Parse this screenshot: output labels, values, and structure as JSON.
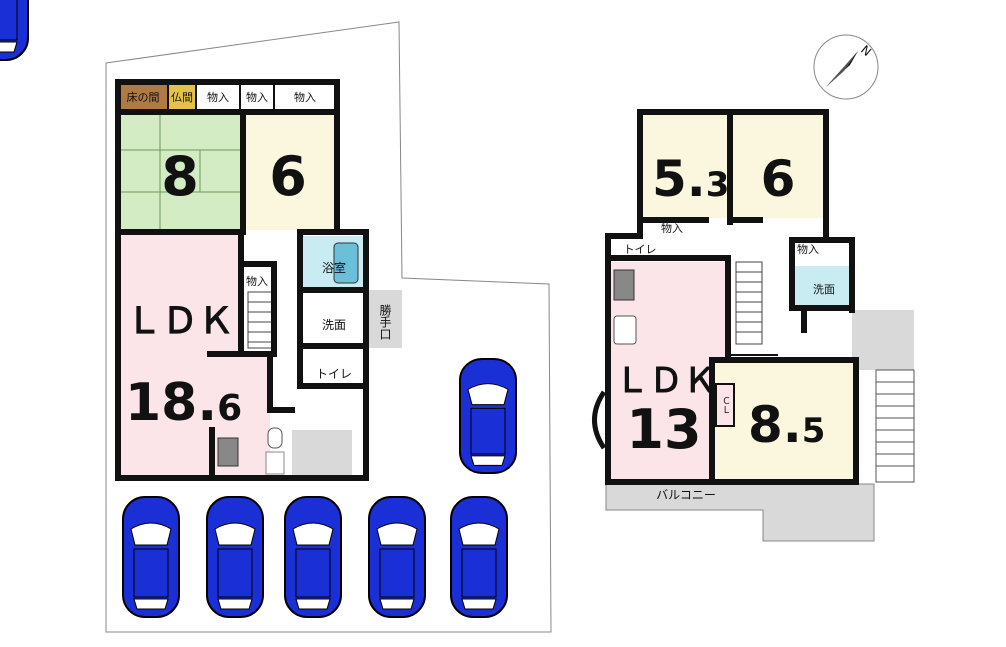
{
  "floor1": {
    "rooms": {
      "tokonoma": "床の間",
      "butsuma": "仏間",
      "storage_a": "物入",
      "storage_b": "物入",
      "storage_c": "物入",
      "storage_d": "物入",
      "japanese_room_size": "8",
      "western_room_size": "6",
      "ldk_label": "ＬＤＫ",
      "ldk_size_main": "18.",
      "ldk_size_frac": "6",
      "bath": "浴室",
      "washroom": "洗面",
      "toilet": "トイレ",
      "back_door": "勝手口"
    }
  },
  "floor2": {
    "rooms": {
      "room_a_size_main": "5.",
      "room_a_size_frac": "3",
      "room_b_size": "6",
      "storage_a": "物入",
      "storage_b": "物入",
      "toilet": "トイレ",
      "washroom": "洗面",
      "ldk_label": "ＬＤＫ",
      "ldk_size": "13",
      "room_c_size_main": "8.",
      "room_c_size_frac": "5",
      "closet": "ＣＬ",
      "balcony": "バルコニー"
    }
  },
  "compass": {
    "label": "N"
  },
  "colors": {
    "wall": "#111111",
    "ldk": "#fbe5e8",
    "tatami": "#d4ecc4",
    "western": "#fbf7df",
    "bath": "#c9ecf2",
    "wood_storage": "#b07a45",
    "car": "#1a2fd6",
    "outdoor": "#d9d9d9"
  }
}
